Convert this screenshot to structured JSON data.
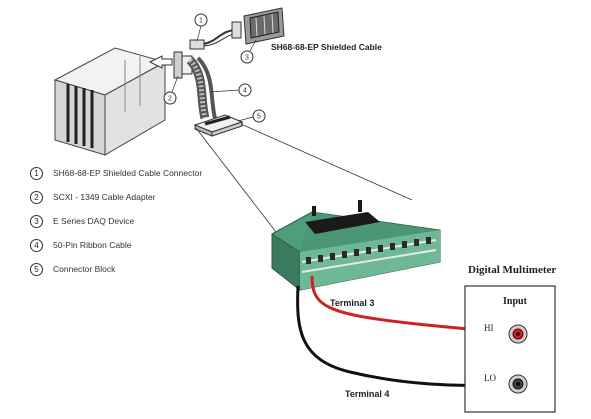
{
  "title": "SH68-68-EP Shielded Cable",
  "legend": [
    {
      "num": "1",
      "text": "SH68-68-EP Shielded Cable Connector"
    },
    {
      "num": "2",
      "text": "SCXI - 1349 Cable Adapter"
    },
    {
      "num": "3",
      "text": "E Series DAQ Device"
    },
    {
      "num": "4",
      "text": "50-Pin Ribbon Cable"
    },
    {
      "num": "5",
      "text": "Connector Block"
    }
  ],
  "callouts": [
    "1",
    "2",
    "3",
    "4",
    "5"
  ],
  "terminal3": "Terminal 3",
  "terminal4": "Terminal 4",
  "dmm": {
    "title": "Digital Multimeter",
    "input": "Input",
    "hi": "HI",
    "lo": "LO"
  },
  "colors": {
    "pcb": "#4f9e7a",
    "red_wire": "#d02020",
    "black_wire": "#111111"
  }
}
